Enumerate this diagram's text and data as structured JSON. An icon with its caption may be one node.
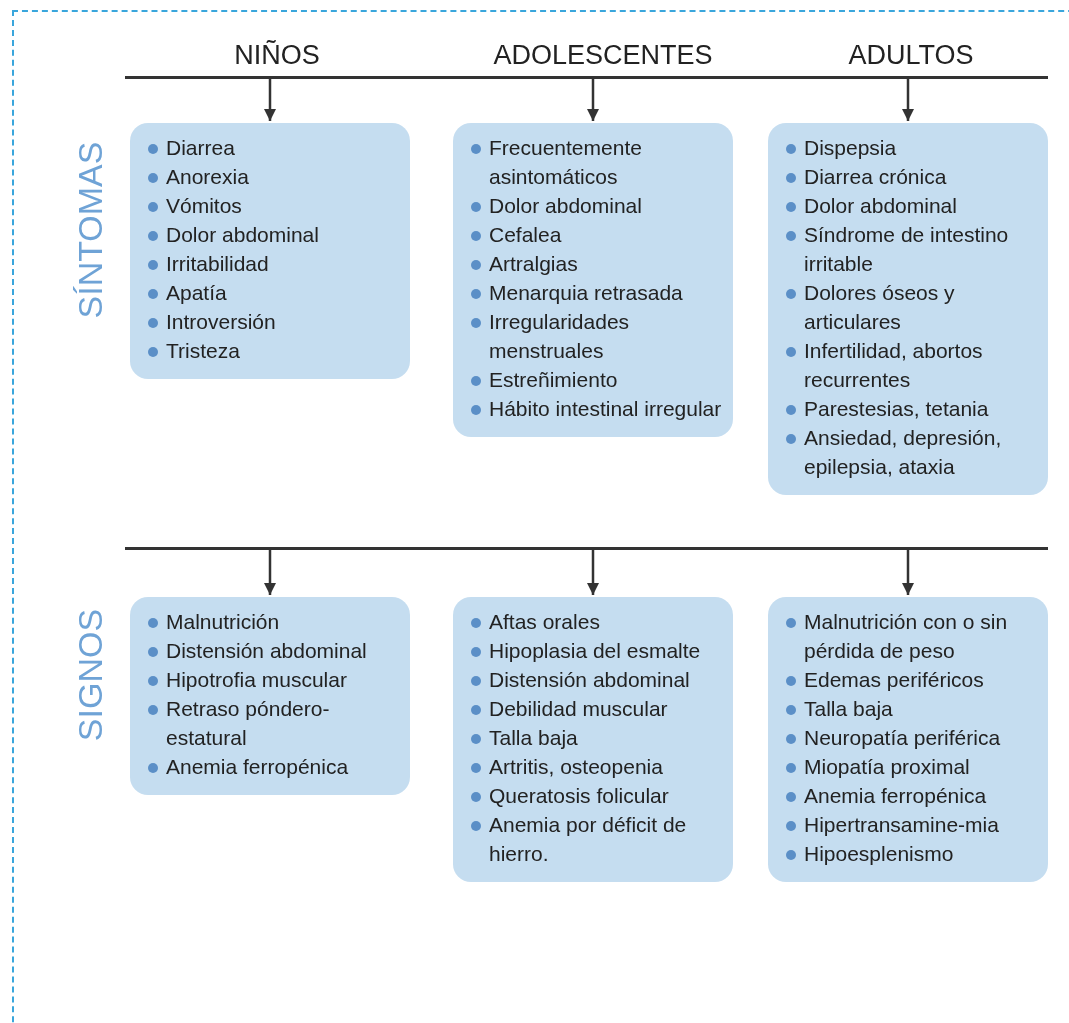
{
  "diagram": {
    "nodes": [
      {
        "text": [
          "Diarrea",
          "Anorexia",
          "Vómitos",
          "Dolor abdominal",
          "Irritabilidad",
          "Apatía",
          "Introversión",
          "Tristeza"
        ]
      },
      {
        "text": [
          "Frecuentemente asintomáticos",
          "Dolor abdominal",
          "Cefalea",
          "Artralgias",
          "Menarquia retrasada",
          "Irregularidades menstruales",
          "Estreñimiento",
          "Hábito intestinal irregular"
        ]
      },
      {
        "text": [
          "Dispepsia",
          "Diarrea crónica",
          "Dolor abdominal",
          "Síndrome de intestino irritable",
          "Dolores óseos y articulares",
          "Infertilidad, abortos recurrentes",
          "Parestesias, tetania",
          "Ansiedad, depresión, epilepsia, ataxia"
        ]
      },
      {
        "text": [
          "Malnutrición",
          "Distensión abdominal",
          "Hipotrofia muscular",
          "Retraso póndero-estatural",
          "Anemia ferropénica"
        ]
      },
      {
        "text": [
          "Aftas orales",
          "Hipoplasia del esmalte",
          "Distensión abdominal",
          "Debilidad muscular",
          "Talla baja",
          "Artritis, osteopenia",
          "Queratosis folicular",
          "Anemia por déficit de hierro."
        ]
      },
      {
        "text": [
          "Malnutrición con o sin pérdida de peso",
          "Edemas periféricos",
          "Talla baja",
          "Neuropatía periférica",
          "Miopatía proximal",
          "Anemia ferropénica",
          "Hipertransamine-mia",
          "Hipoesplenismo"
        ]
      }
    ],
    "edges": [
      {
        "from": null,
        "to": 0,
        "arrow": "to"
      },
      {
        "from": null,
        "to": 1,
        "arrow": "to"
      },
      {
        "from": null,
        "to": 2,
        "arrow": "to"
      },
      {
        "from": null,
        "to": 3,
        "arrow": "to"
      },
      {
        "from": null,
        "to": 4,
        "arrow": "to"
      },
      {
        "from": null,
        "to": 5,
        "arrow": "to"
      }
    ],
    "labels": [
      "NIÑOS",
      "ADOLESCENTES",
      "ADULTOS",
      "SÍNTOMAS",
      "SIGNOS"
    ]
  }
}
